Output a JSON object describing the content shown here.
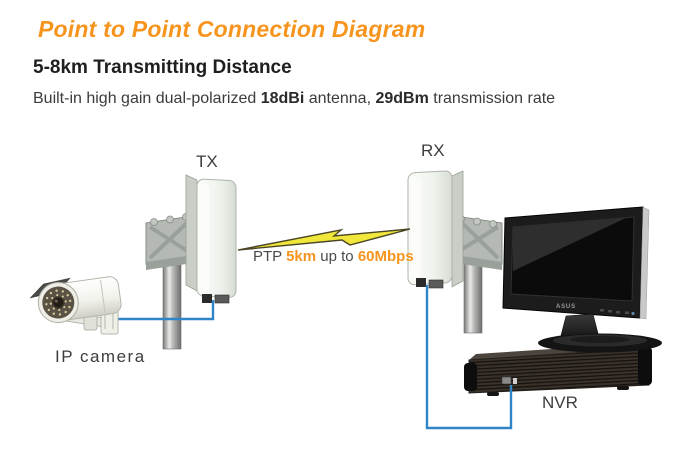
{
  "header": {
    "title": "Point to Point Connection Diagram",
    "subtitle": "5-8km Transmitting Distance",
    "description": {
      "part1": "Built-in high gain dual-polarized ",
      "bold1": "18dBi",
      "part2": " antenna, ",
      "bold2": "29dBm",
      "part3": " transmission rate"
    }
  },
  "diagram": {
    "tx_label": "TX",
    "rx_label": "RX",
    "link_caption": {
      "prefix": "PTP ",
      "distance": "5km",
      "middle": " up to ",
      "rate": "60Mbps"
    },
    "ip_camera_label": "IP camera",
    "nvr_label": "NVR",
    "monitor_brand": "ASUS"
  },
  "icons": {
    "lightning_bolt_icon": "wireless point-to-point link"
  },
  "colors": {
    "accent_orange": "#f7941e",
    "heading_dark": "#1e1e1e",
    "body_text": "#3b3b3b",
    "cable_blue": "#2e86c9",
    "bolt_yellow": "#f1e73b",
    "antenna_panel": "#eef2ec"
  }
}
